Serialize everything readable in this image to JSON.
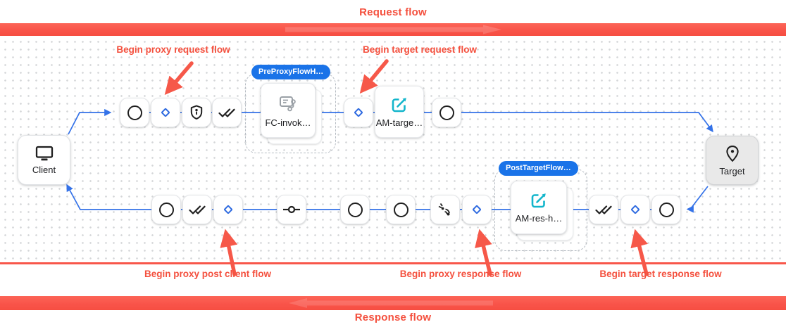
{
  "titles": {
    "request_flow": "Request flow",
    "response_flow": "Response flow"
  },
  "annotations": {
    "proxy_request": "Begin proxy request flow",
    "target_request": "Begin target request flow",
    "proxy_post_client": "Begin proxy post client flow",
    "proxy_response": "Begin proxy response flow",
    "target_response": "Begin target response flow"
  },
  "endpoints": {
    "client": "Client",
    "target": "Target"
  },
  "groups": {
    "pre_proxy": {
      "badge": "PreProxyFlowH…",
      "policy": "FC-invok…"
    },
    "post_target": {
      "badge": "PostTargetFlow…",
      "policy": "AM-res-h…"
    }
  },
  "policies": {
    "am_target": "AM-targe…"
  },
  "icons": {
    "client": "monitor-icon",
    "target": "place-pin-icon",
    "circle_step": "circle-icon",
    "diamond_step": "diamond-icon",
    "shield_step": "shield-key-icon",
    "double_check_step": "done-all-icon",
    "switch_step": "line-circle-icon",
    "signal_step": "signal-broadcast-icon",
    "flow_callout_policy": "flow-callout-icon",
    "assign_message_policy": "edit-square-icon"
  },
  "colors": {
    "annotation_red": "#f4503e",
    "flow_blue": "#3472e8",
    "badge_blue": "#1a73e8",
    "policy_teal": "#12b5cb"
  }
}
